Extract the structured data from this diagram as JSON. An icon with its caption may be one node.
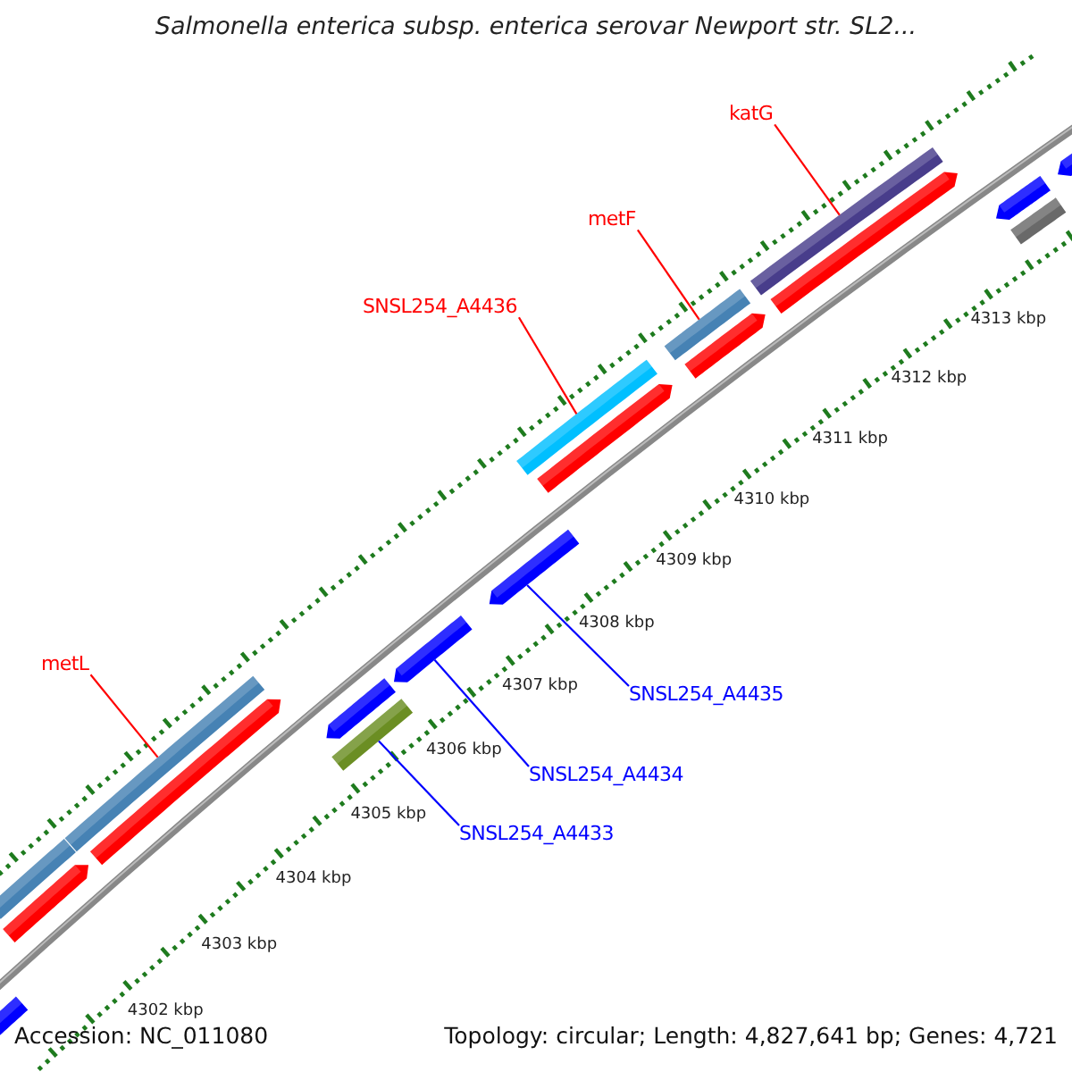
{
  "diagram": {
    "title": "Salmonella enterica subsp. enterica serovar Newport str. SL2...",
    "nodes": [
      {
        "text": [
          "katG"
        ]
      },
      {
        "text": [
          "metF"
        ]
      },
      {
        "text": [
          "SNSL254_A4436"
        ]
      },
      {
        "text": [
          "metL"
        ]
      },
      {
        "text": [
          "SNSL254_A4435"
        ]
      },
      {
        "text": [
          "SNSL254_A4434"
        ]
      },
      {
        "text": [
          "SNSL254_A4433"
        ]
      },
      {
        "text": [],
        "shape": "bar"
      },
      {
        "text": [],
        "shape": "bar"
      },
      {
        "text": [],
        "shape": "bar"
      },
      {
        "text": [],
        "shape": "bar"
      },
      {
        "text": [],
        "shape": "bar"
      },
      {
        "text": [],
        "shape": "bar"
      },
      {
        "text": [],
        "shape": "bar"
      },
      {
        "text": [],
        "shape": "bar"
      },
      {
        "text": [],
        "shape": "bar"
      },
      {
        "text": [],
        "shape": "bar"
      },
      {
        "text": [],
        "shape": "bar"
      },
      {
        "text": [],
        "shape": "bar"
      },
      {
        "text": [],
        "shape": "bar"
      },
      {
        "text": [],
        "shape": "bar"
      },
      {
        "text": [],
        "shape": "bar"
      },
      {
        "text": [],
        "shape": "bar"
      },
      {
        "text": [],
        "shape": "bar"
      },
      {
        "text": [],
        "shape": "bar"
      }
    ],
    "edges": [
      {
        "from": 0,
        "to": 20,
        "arrow": "none"
      },
      {
        "from": 1,
        "to": 18,
        "arrow": "none"
      },
      {
        "from": 2,
        "to": 16,
        "arrow": "none"
      },
      {
        "from": 3,
        "to": 10,
        "arrow": "none"
      },
      {
        "from": 4,
        "to": 15,
        "arrow": "none",
        "color": "#0000ff"
      },
      {
        "from": 5,
        "to": 14,
        "arrow": "none",
        "color": "#0000ff"
      },
      {
        "from": 6,
        "to": 12,
        "arrow": "none",
        "color": "#0000ff"
      }
    ],
    "labels": [
      "4313 kbp",
      "4312 kbp",
      "4311 kbp",
      "4310 kbp",
      "4309 kbp",
      "4308 kbp",
      "4307 kbp",
      "4306 kbp",
      "4305 kbp",
      "4304 kbp",
      "4303 kbp",
      "4302 kbp",
      "Accession: NC_011080",
      "Topology: circular; Length: 4,827,641 bp; Genes: 4,721"
    ]
  }
}
